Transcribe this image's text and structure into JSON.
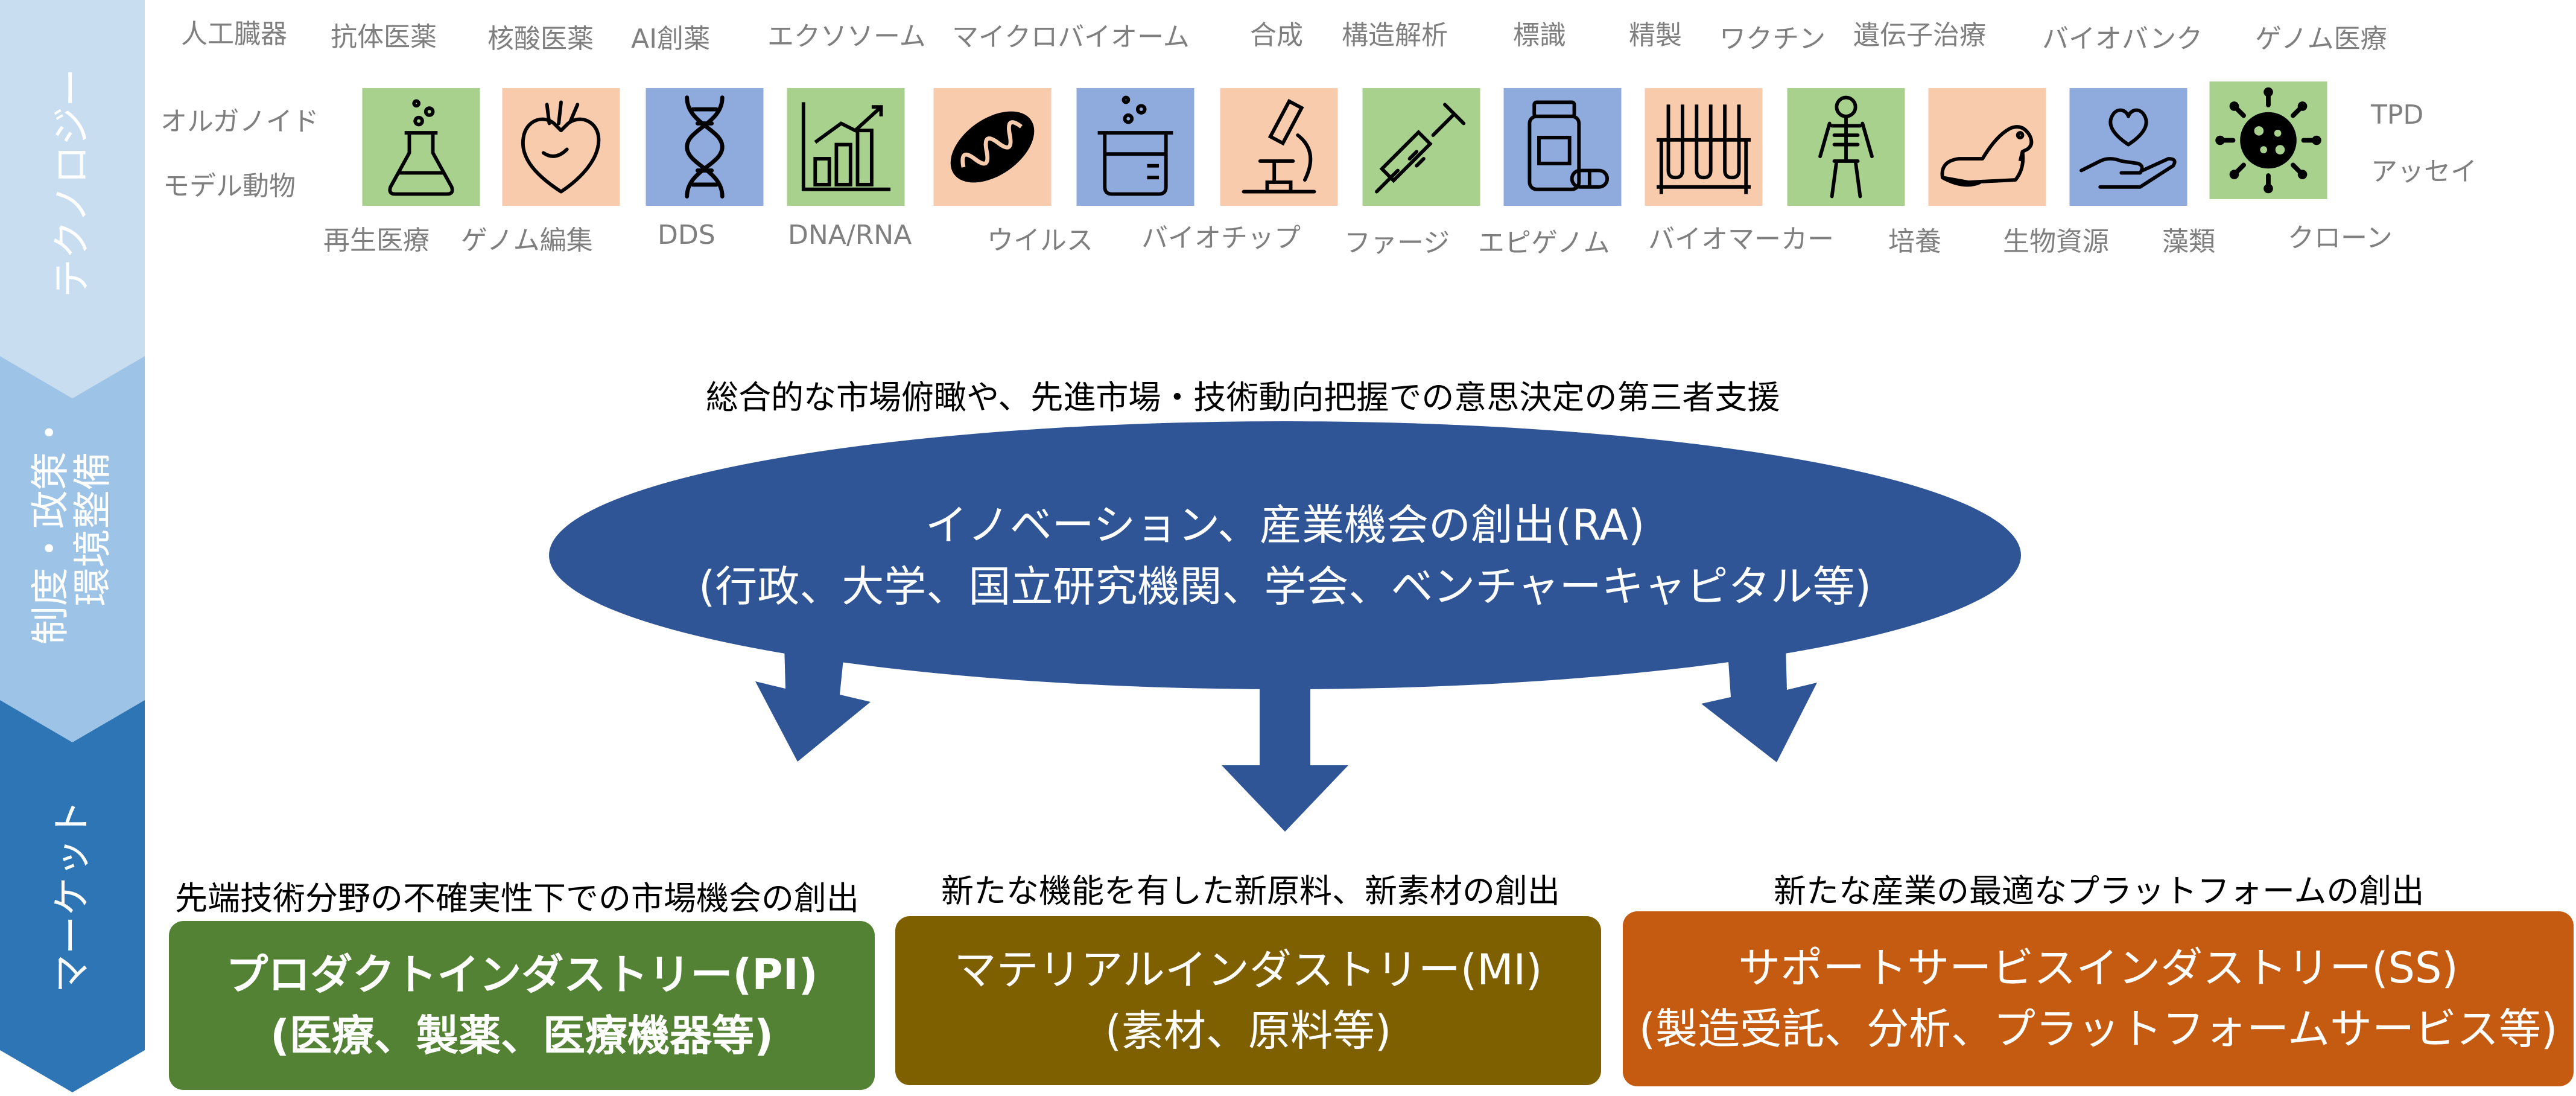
{
  "colors": {
    "band_tech": "#c9ddf1",
    "band_policy": "#9dc3e6",
    "band_market": "#2e75b6",
    "ellipse": "#2f5597",
    "arrow": "#2f5597",
    "box_pi": "#548235",
    "box_mi": "#7f6000",
    "box_ss": "#c55a11",
    "icon_green": "#a9d18e",
    "icon_orange": "#f8cbad",
    "icon_blue": "#8faadc"
  },
  "sidebar": {
    "tech": "テクノロジー",
    "policy_line1": "制度・政策・",
    "policy_line2": "環境整備",
    "market": "マーケット"
  },
  "tech_top": [
    "人工臓器",
    "抗体医薬",
    "核酸医薬",
    "AI創薬",
    "エクソソーム",
    "マイクロバイオーム",
    "合成",
    "構造解析",
    "標識",
    "精製",
    "ワクチン",
    "遺伝子治療",
    "バイオバンク",
    "ゲノム医療"
  ],
  "tech_left": [
    "オルガノイド",
    "モデル動物"
  ],
  "tech_right": [
    "TPD",
    "アッセイ"
  ],
  "tech_bottom": [
    "再生医療",
    "ゲノム編集",
    "DDS",
    "DNA/RNA",
    "ウイルス",
    "バイオチップ",
    "ファージ",
    "エピゲノム",
    "バイオマーカー",
    "培養",
    "生物資源",
    "藻類",
    "クローン"
  ],
  "icons": [
    "flask-icon",
    "heart-icon",
    "dna-icon",
    "bar-chart-icon",
    "mitochondria-icon",
    "beaker-icon",
    "microscope-icon",
    "syringe-icon",
    "pill-bottle-icon",
    "test-tubes-icon",
    "skeleton-icon",
    "beaver-icon",
    "hand-heart-icon",
    "virus-icon"
  ],
  "center_heading": "総合的な市場俯瞰や、先進市場・技術動向把握での意思決定の第三者支援",
  "ellipse": {
    "line1": "イノベーション、産業機会の創出(RA)",
    "line2": "(行政、大学、国立研究機関、学会、ベンチャーキャピタル等)"
  },
  "boxes": [
    {
      "caption": "先端技術分野の不確実性下での市場機会の創出",
      "line1": "プロダクトインダストリー(PI)",
      "line2": "(医療、製薬、医療機器等)"
    },
    {
      "caption": "新たな機能を有した新原料、新素材の創出",
      "line1": "マテリアルインダストリー(MI)",
      "line2": "(素材、原料等)"
    },
    {
      "caption": "新たな産業の最適なプラットフォームの創出",
      "line1": "サポートサービスインダストリー(SS)",
      "line2": "(製造受託、分析、プラットフォームサービス等)"
    }
  ]
}
